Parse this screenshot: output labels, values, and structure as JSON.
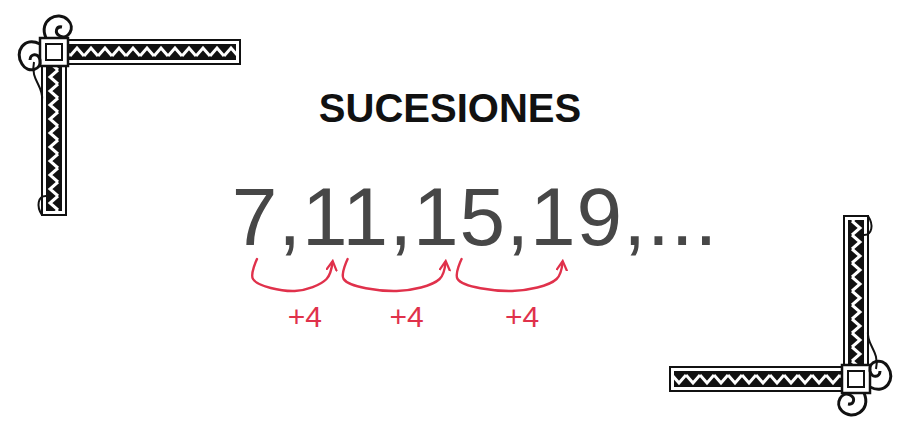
{
  "diagram": {
    "title": "SUCESIONES",
    "labels": [
      "7,11,15,19,...",
      "+4",
      "+4",
      "+4"
    ]
  }
}
